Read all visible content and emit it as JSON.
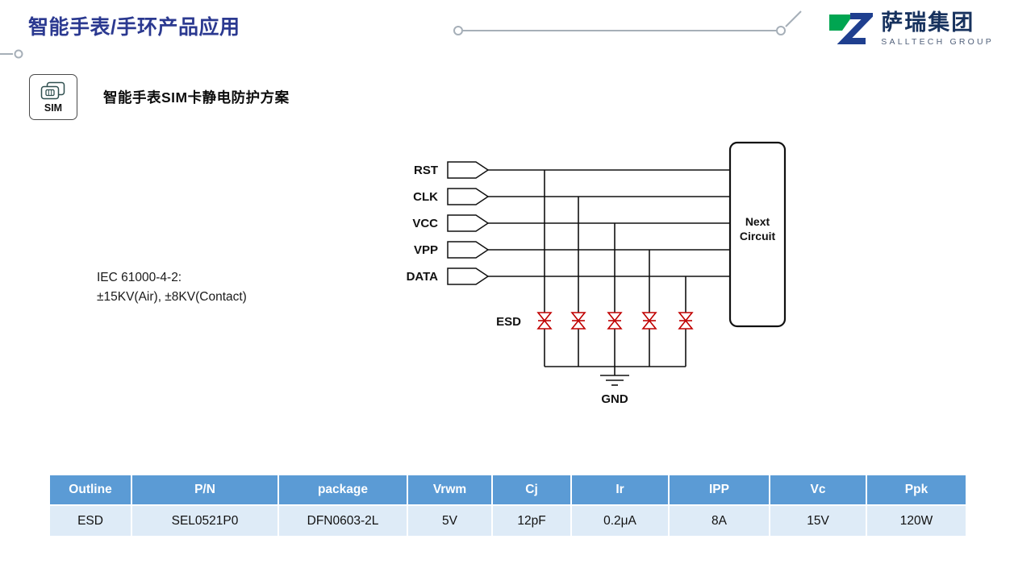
{
  "page": {
    "title": "智能手表/手环产品应用"
  },
  "logo": {
    "name": "萨瑞集团",
    "tagline": "SALLTECH GROUP"
  },
  "section": {
    "icon_label": "SIM",
    "heading": "智能手表SIM卡静电防护方案"
  },
  "circuit": {
    "pins": [
      "RST",
      "CLK",
      "VCC",
      "VPP",
      "DATA"
    ],
    "esd_label": "ESD",
    "gnd_label": "GND",
    "next_circuit_label": "Next Circuit",
    "iec_note_line1": "IEC 61000-4-2:",
    "iec_note_line2": "±15KV(Air), ±8KV(Contact)"
  },
  "spec_table": {
    "headers": [
      "Outline",
      "P/N",
      "package",
      "Vrwm",
      "Cj",
      "Ir",
      "IPP",
      "Vc",
      "Ppk"
    ],
    "rows": [
      [
        "ESD",
        "SEL0521P0",
        "DFN0603-2L",
        "5V",
        "12pF",
        "0.2μA",
        "8A",
        "15V",
        "120W"
      ]
    ]
  },
  "colors": {
    "title_blue": "#2B3990",
    "table_header_bg": "#5B9BD5",
    "table_row_bg": "#DEEBF7",
    "diode_red": "#C00000",
    "logo_green": "#00A551",
    "logo_navy": "#17325E"
  }
}
